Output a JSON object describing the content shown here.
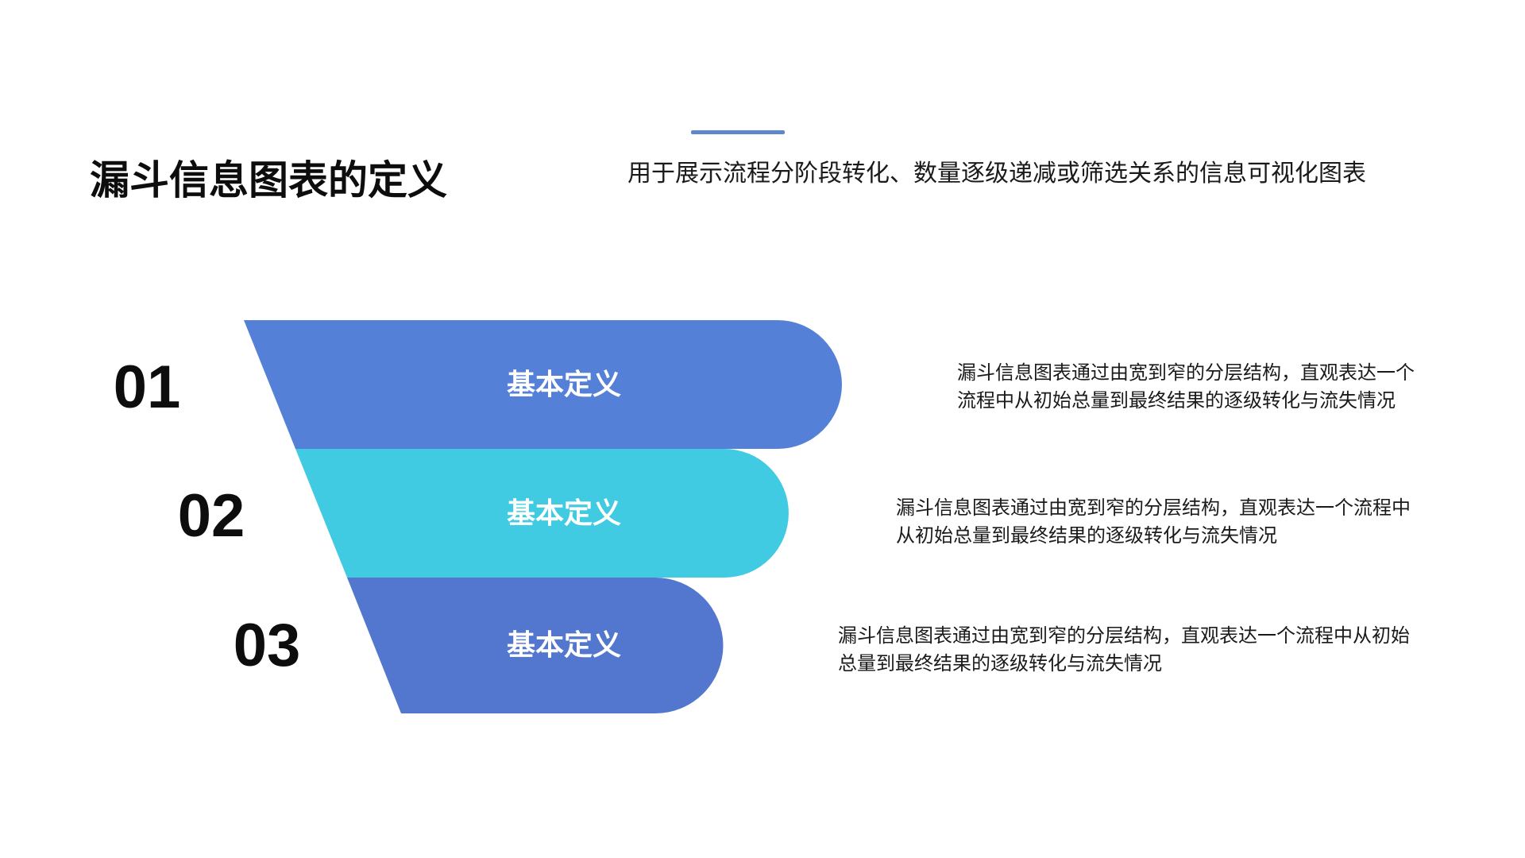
{
  "slide": {
    "title": "漏斗信息图表的定义",
    "subtitle": "用于展示流程分阶段转化、数量逐级递减或筛选关系的信息可视化图表",
    "accent_color": "#5E88C9",
    "background_color": "#ffffff",
    "label_text_color": "#ffffff"
  },
  "funnel": {
    "items": [
      {
        "number": "01",
        "label": "基本定义",
        "color": "#5580D8",
        "description_lines": [
          "漏斗信息图表通过由宽到窄的分层结构，直观表达一个",
          "流程中从初始总量到最终结果的逐级转化与流失情况"
        ]
      },
      {
        "number": "02",
        "label": "基本定义",
        "color": "#41CBE2",
        "description_lines": [
          "漏斗信息图表通过由宽到窄的分层结构，直观表达一个流程中",
          "从初始总量到最终结果的逐级转化与流失情况"
        ]
      },
      {
        "number": "03",
        "label": "基本定义",
        "color": "#5377CF",
        "description_lines": [
          "漏斗信息图表通过由宽到窄的分层结构，直观表达一个流程中从初始",
          "总量到最终结果的逐级转化与流失情况"
        ]
      }
    ]
  }
}
